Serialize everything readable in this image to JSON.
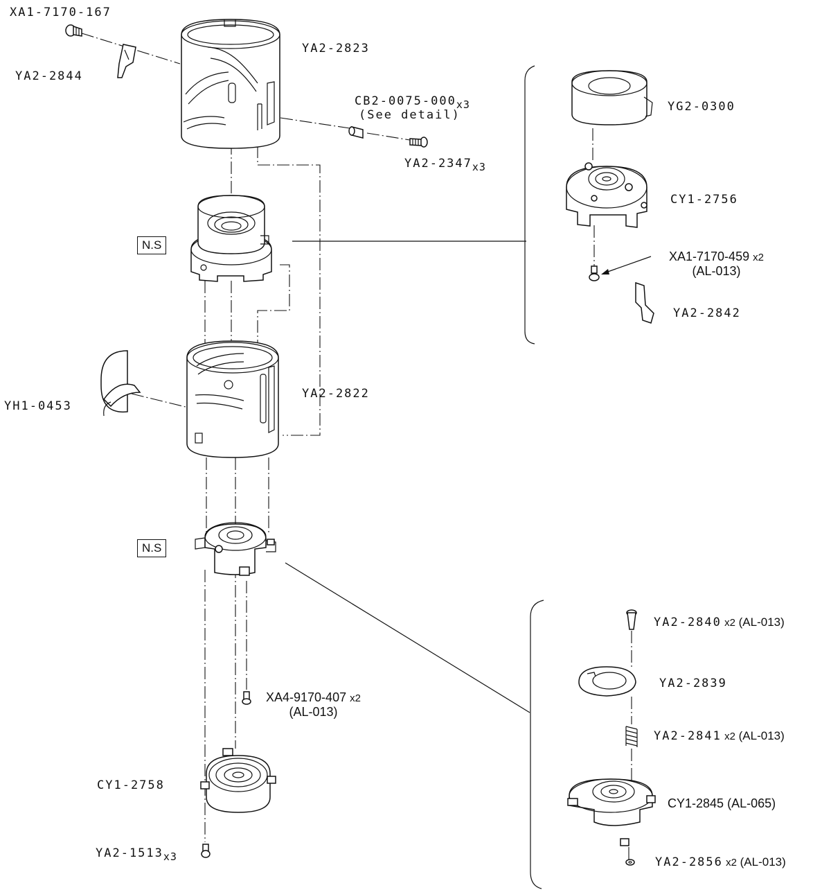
{
  "parts": {
    "xa1_7170_167": "XA1-7170-167",
    "ya2_2844": "YA2-2844",
    "ya2_2823": "YA2-2823",
    "cb2_0075": {
      "code": "CB2-0075-000",
      "qty": "x3",
      "note": "(See detail)"
    },
    "ya2_2347": {
      "code": "YA2-2347",
      "qty": "x3"
    },
    "ns_upper": "N.S",
    "ya2_2822": "YA2-2822",
    "yh1_0453": "YH1-0453",
    "ns_lower": "N.S",
    "xa4_9170_407": {
      "code": "XA4-9170-407",
      "qty": "x2",
      "ref": "(AL-013)"
    },
    "cy1_2758": "CY1-2758",
    "ya2_1513": {
      "code": "YA2-1513",
      "qty": "x3"
    }
  },
  "detail_upper": {
    "yg2_0300": "YG2-0300",
    "cy1_2756": "CY1-2756",
    "xa1_7170_459": {
      "code": "XA1-7170-459",
      "qty": "x2",
      "ref": "(AL-013)"
    },
    "ya2_2842": "YA2-2842"
  },
  "detail_lower": {
    "ya2_2840": {
      "code": "YA2-2840",
      "qty": "x2",
      "ref": "(AL-013)"
    },
    "ya2_2839": "YA2-2839",
    "ya2_2841": {
      "code": "YA2-2841",
      "qty": "x2",
      "ref": "(AL-013)"
    },
    "cy1_2845": {
      "code": "CY1-2845",
      "ref": "(AL-065)"
    },
    "ya2_2856": {
      "code": "YA2-2856",
      "qty": "x2",
      "ref": "(AL-013)"
    }
  }
}
